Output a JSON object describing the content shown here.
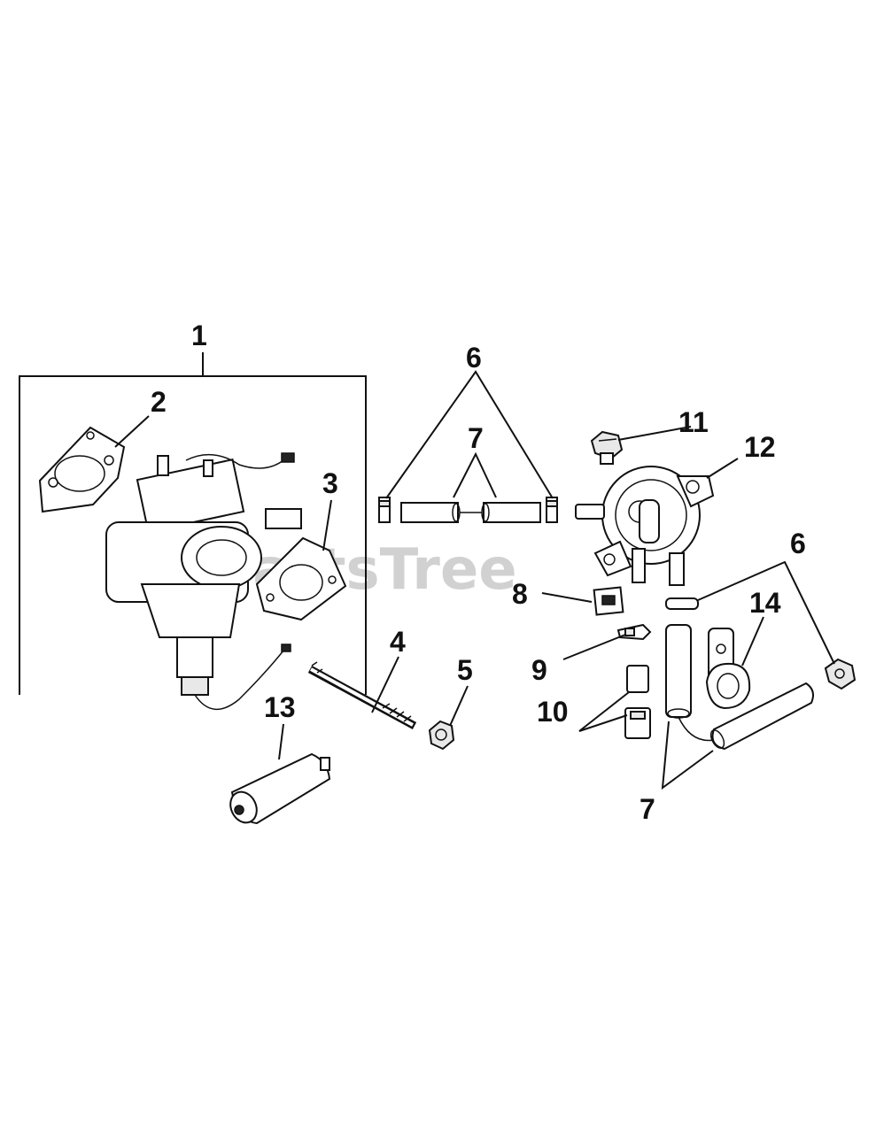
{
  "watermark": "PartsTree",
  "callouts": {
    "c1": "1",
    "c2": "2",
    "c3": "3",
    "c4": "4",
    "c5": "5",
    "c6a": "6",
    "c6b": "6",
    "c7a": "7",
    "c7b": "7",
    "c8": "8",
    "c9": "9",
    "c10": "10",
    "c11": "11",
    "c12": "12",
    "c13": "13",
    "c14": "14"
  },
  "colors": {
    "ink": "#111111",
    "watermark": "#c9c9c9",
    "background": "#ffffff"
  }
}
